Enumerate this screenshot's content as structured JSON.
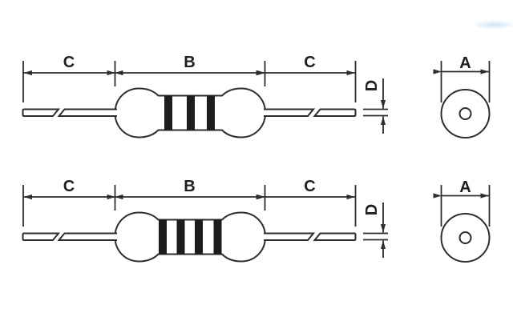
{
  "rows": [
    {
      "label_left_lead": "C",
      "label_body_length": "B",
      "label_right_lead": "C",
      "label_lead_thickness": "D",
      "label_body_diameter": "A",
      "band_count": 3
    },
    {
      "label_left_lead": "C",
      "label_body_length": "B",
      "label_right_lead": "C",
      "label_lead_thickness": "D",
      "label_body_diameter": "A",
      "band_count": 4
    }
  ],
  "colors": {
    "line": "#2d2d2d",
    "band": "#1d1d1f",
    "background": "#ffffff",
    "artifact_blue": "#a9ccf1"
  }
}
